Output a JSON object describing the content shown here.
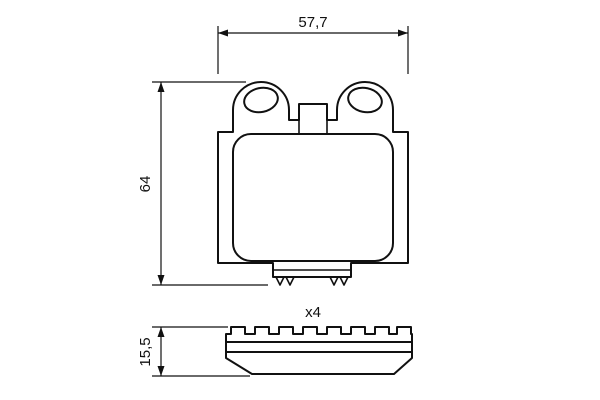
{
  "drawing": {
    "dimensions": {
      "width_label": "57,7",
      "height_label": "64",
      "thickness_label": "15,5"
    },
    "quantity_label": "x4",
    "colors": {
      "line": "#111111",
      "background": "#ffffff"
    }
  }
}
